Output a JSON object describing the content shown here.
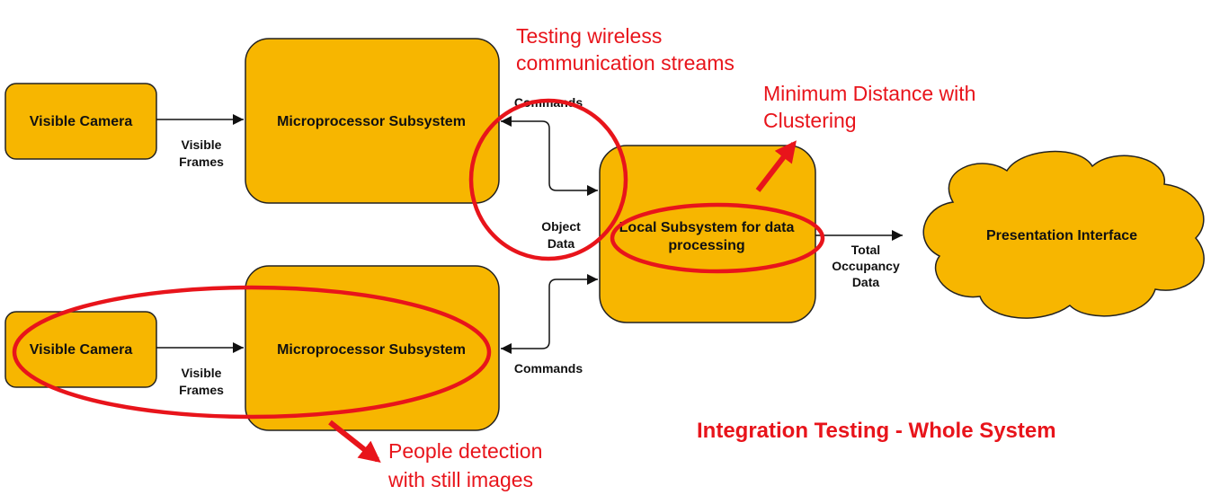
{
  "colors": {
    "box_fill": "#f7b600",
    "box_stroke": "#222222",
    "annotation": "#e8141b",
    "line": "#111111"
  },
  "nodes": {
    "camera_top": "Visible Camera",
    "mcu_top": "Microprocessor Subsystem",
    "camera_bottom": "Visible Camera",
    "mcu_bottom": "Microprocessor Subsystem",
    "local_line1": "Local Subsystem for data",
    "local_line2": "processing",
    "presentation": "Presentation Interface"
  },
  "edges": {
    "frames_top_line1": "Visible",
    "frames_top_line2": "Frames",
    "frames_bottom_line1": "Visible",
    "frames_bottom_line2": "Frames",
    "commands_top": "Commands",
    "commands_bottom": "Commands",
    "object_data_line1": "Object",
    "object_data_line2": "Data",
    "occupancy_line1": "Total",
    "occupancy_line2": "Occupancy",
    "occupancy_line3": "Data"
  },
  "annotations": {
    "wireless_line1": "Testing wireless",
    "wireless_line2": "communication streams",
    "clustering_line1": "Minimum Distance with",
    "clustering_line2": "Clustering",
    "detection_line1": "People detection",
    "detection_line2": "with still images"
  },
  "title": "Integration Testing - Whole System"
}
